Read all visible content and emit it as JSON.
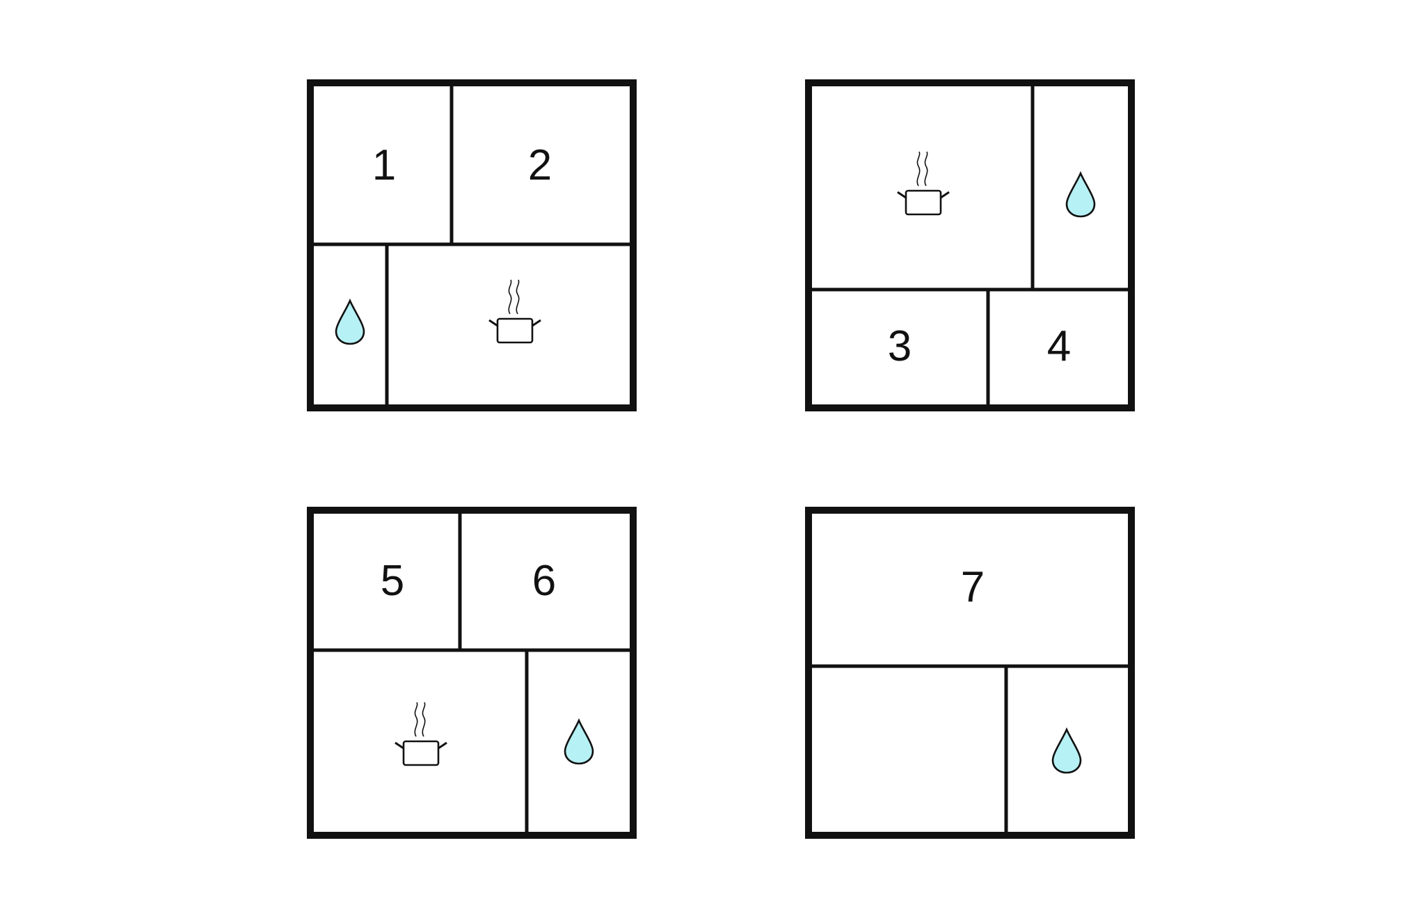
{
  "colors": {
    "wall": "#111111",
    "water_fill": "#b6f1f5",
    "background": "#ffffff"
  },
  "icon_names": [
    "water-drop-icon",
    "steaming-pot-icon"
  ],
  "plans": [
    {
      "id": "plan-a",
      "rooms": [
        {
          "label": "1",
          "icon": ""
        },
        {
          "label": "2",
          "icon": ""
        },
        {
          "label": "",
          "icon": "water-drop-icon"
        },
        {
          "label": "",
          "icon": "steaming-pot-icon"
        }
      ]
    },
    {
      "id": "plan-b",
      "rooms": [
        {
          "label": "",
          "icon": "steaming-pot-icon"
        },
        {
          "label": "",
          "icon": "water-drop-icon"
        },
        {
          "label": "3",
          "icon": ""
        },
        {
          "label": "4",
          "icon": ""
        }
      ]
    },
    {
      "id": "plan-c",
      "rooms": [
        {
          "label": "5",
          "icon": ""
        },
        {
          "label": "6",
          "icon": ""
        },
        {
          "label": "",
          "icon": "steaming-pot-icon"
        },
        {
          "label": "",
          "icon": "water-drop-icon"
        }
      ]
    },
    {
      "id": "plan-d",
      "rooms": [
        {
          "label": "7",
          "icon": ""
        },
        {
          "label": "",
          "icon": ""
        },
        {
          "label": "",
          "icon": "water-drop-icon"
        }
      ]
    }
  ]
}
